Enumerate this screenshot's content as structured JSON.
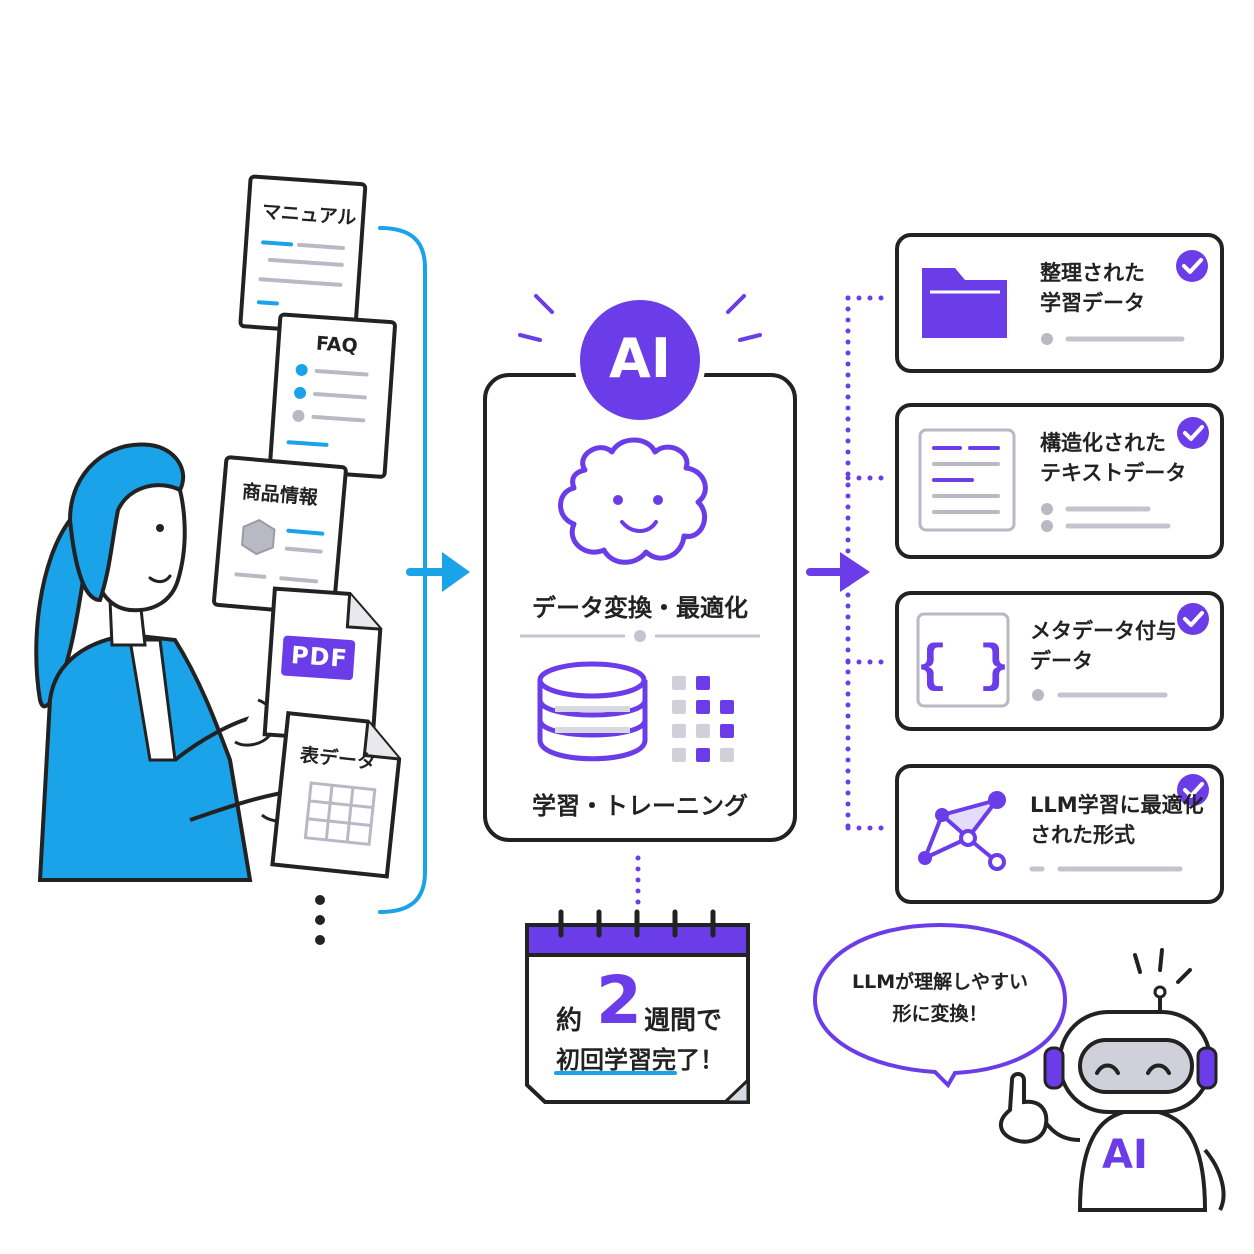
{
  "colors": {
    "accent_purple": "#6a3de8",
    "accent_blue": "#1aa3e8",
    "outline": "#222222",
    "muted_gray": "#b9b9c4"
  },
  "sources": {
    "documents": [
      {
        "label": "マニュアル",
        "icon": "manual-document-icon"
      },
      {
        "label": "FAQ",
        "icon": "faq-document-icon"
      },
      {
        "label": "商品情報",
        "icon": "product-info-document-icon"
      },
      {
        "label": "PDF",
        "icon": "pdf-file-icon"
      },
      {
        "label": "表データ",
        "icon": "table-data-file-icon"
      }
    ],
    "more_icon": "vertical-ellipsis-icon"
  },
  "processor": {
    "badge": "AI",
    "brain_icon": "smiling-brain-icon",
    "step1": "データ変換・最適化",
    "database_icon": "database-icon",
    "grid_icon": "data-grid-icon",
    "step2": "学習・トレーニング"
  },
  "outputs": [
    {
      "line1": "整理された",
      "line2": "学習データ",
      "icon": "folder-icon",
      "status_icon": "check-circle-icon"
    },
    {
      "line1": "構造化された",
      "line2": "テキストデータ",
      "icon": "text-document-icon",
      "status_icon": "check-circle-icon"
    },
    {
      "line1": "メタデータ付与",
      "line2": "データ",
      "icon": "curly-braces-icon",
      "status_icon": "check-circle-icon"
    },
    {
      "line1": "LLM学習に最適化",
      "line2": "された形式",
      "icon": "network-graph-icon",
      "status_icon": "check-circle-icon"
    }
  ],
  "calendar": {
    "prefix": "約",
    "number": "2",
    "suffix": "週間で",
    "subtitle": "初回学習完了！",
    "icon": "calendar-icon"
  },
  "speech_bubble": {
    "line1": "LLMが理解しやすい",
    "line2": "形に変換！"
  },
  "robot": {
    "label": "AI",
    "icon": "robot-mascot-icon"
  },
  "person_icon": "woman-presenting-documents-icon"
}
